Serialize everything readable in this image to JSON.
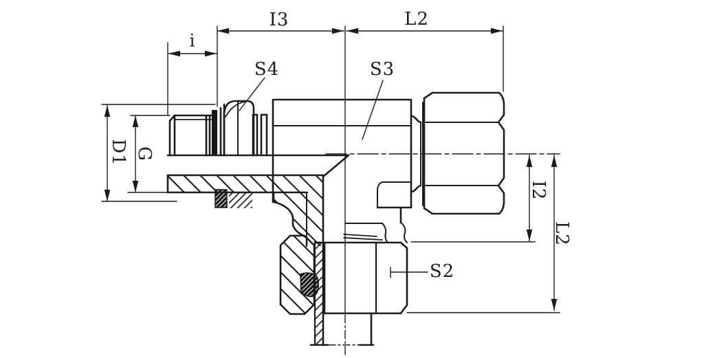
{
  "drawing": {
    "background": "#ffffff",
    "line_color": "#1c1c1c",
    "labels": {
      "i": "i",
      "i3": "I3",
      "l2_top": "L2",
      "s4": "S4",
      "s3": "S3",
      "d1": "D1",
      "g": "G",
      "i2": "I2",
      "l2_right": "L2",
      "s2": "S2"
    }
  }
}
